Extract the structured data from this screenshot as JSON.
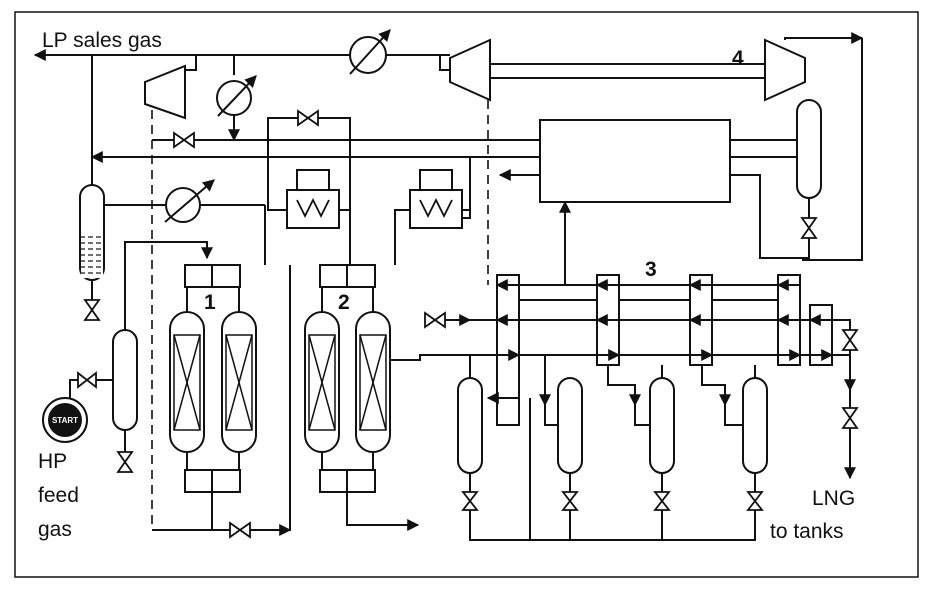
{
  "labels": {
    "lp_sales_gas": "LP sales gas",
    "hp": "HP",
    "feed": "feed",
    "gas": "gas",
    "lng": "LNG",
    "to_tanks": "to tanks",
    "start": "START"
  },
  "unit_numbers": {
    "n1": "1",
    "n2": "2",
    "n3": "3",
    "n4": "4"
  }
}
